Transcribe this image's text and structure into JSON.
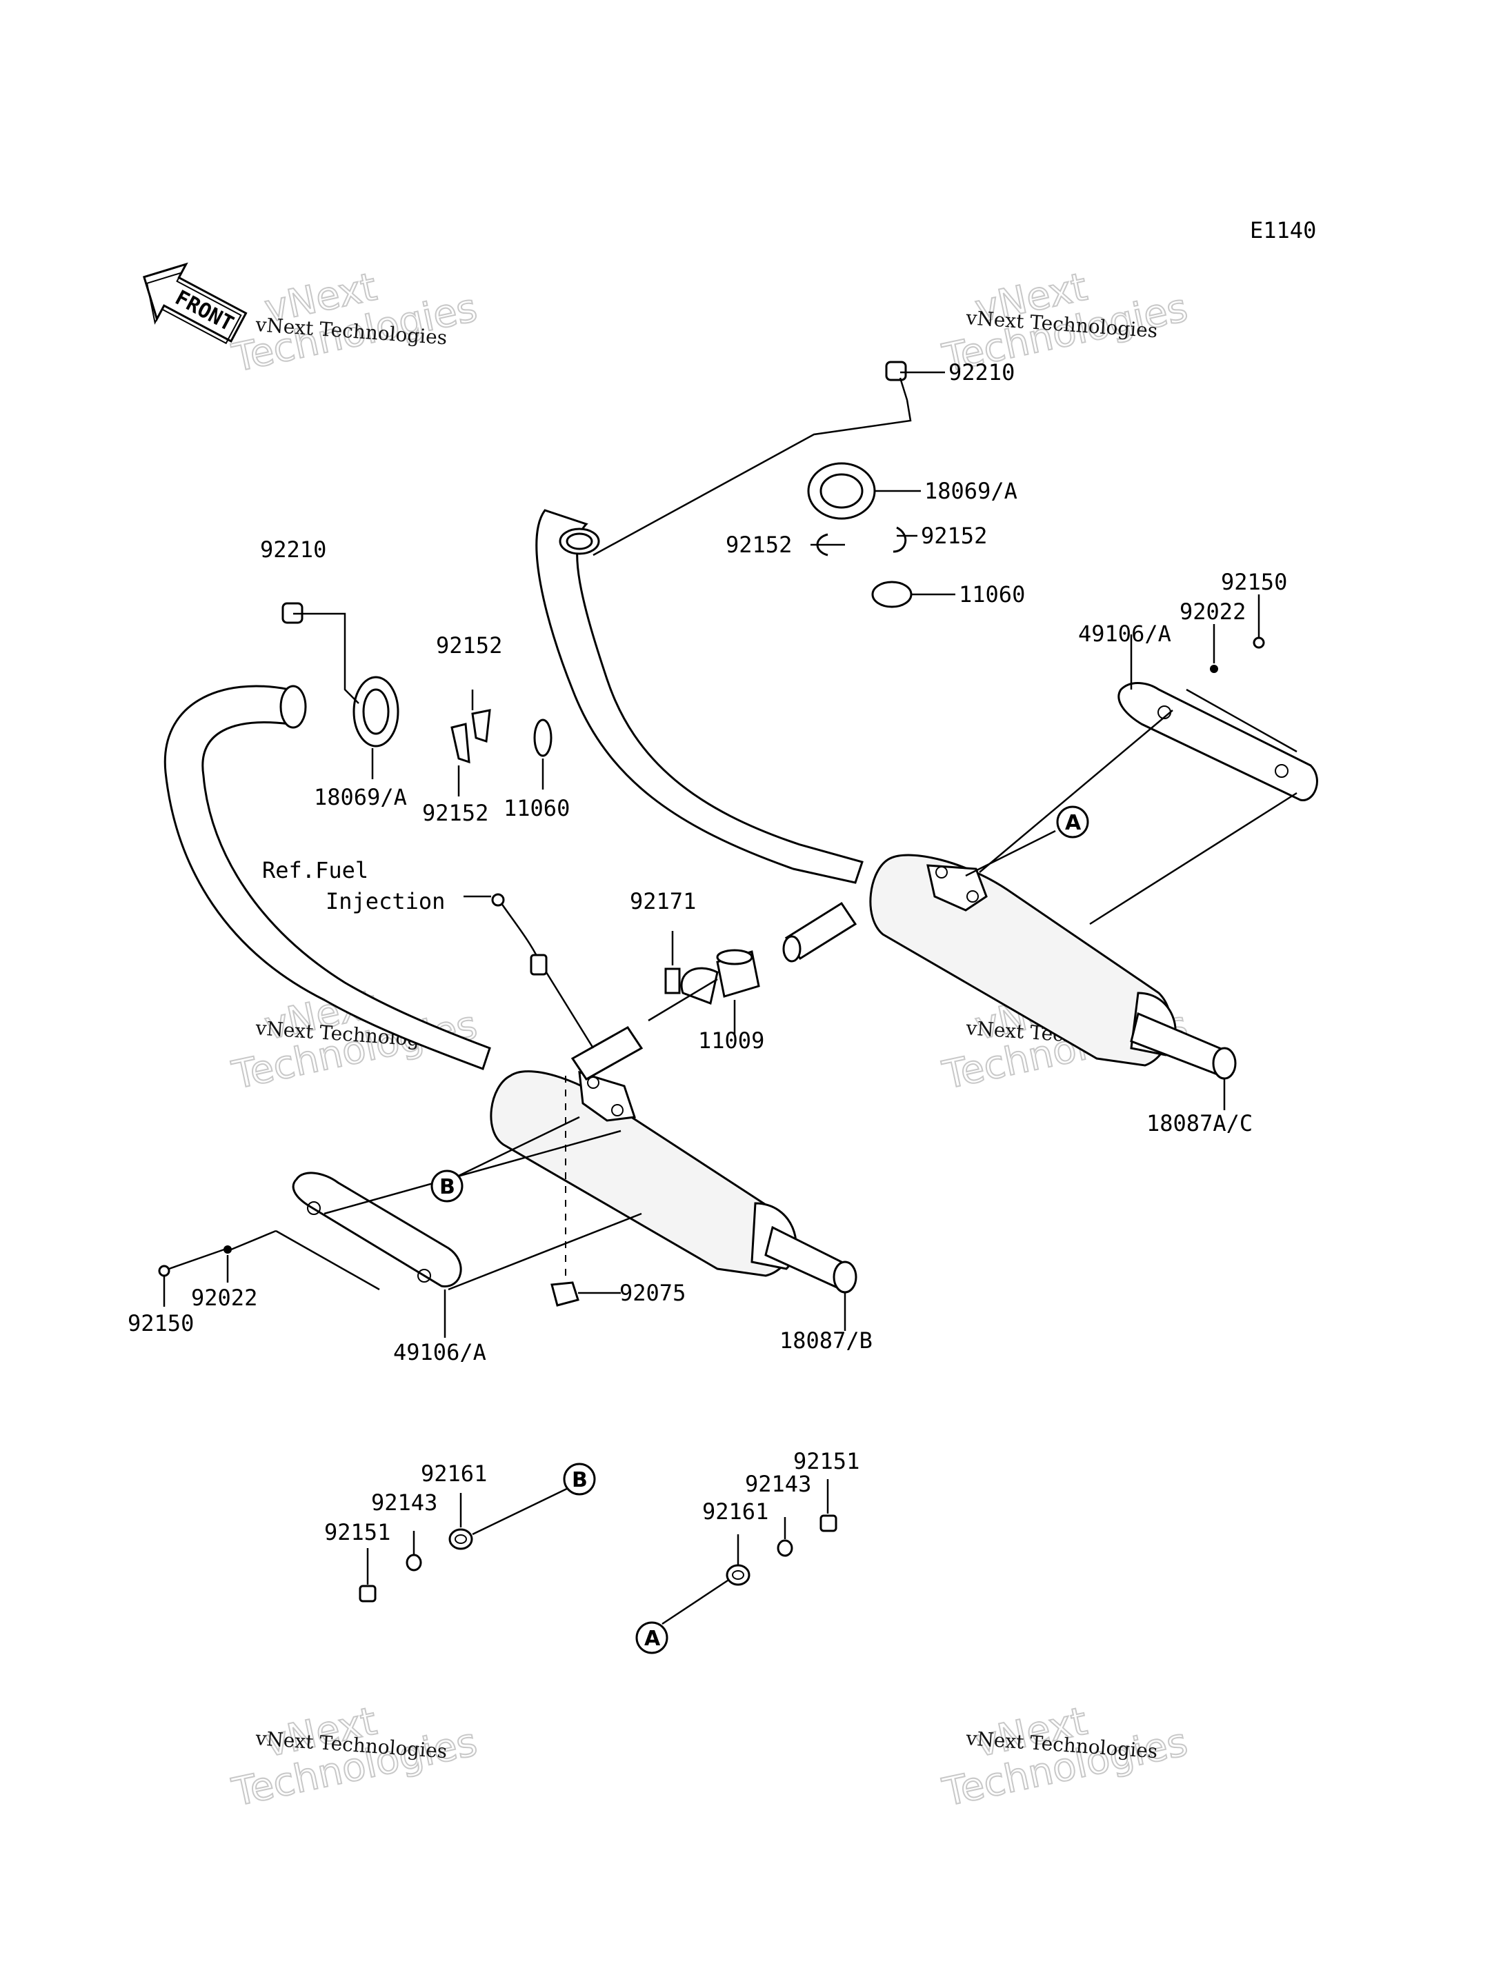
{
  "diagram_code": "E1140",
  "front_label": "FRONT",
  "ref_note": {
    "line1": "Ref.Fuel",
    "line2": "Injection"
  },
  "watermark": {
    "small": "vNext Technologies",
    "big": "Technologies",
    "top": "vNext"
  },
  "callouts": {
    "A": "A",
    "B": "B"
  },
  "parts": [
    {
      "id": "p1",
      "number": "92210"
    },
    {
      "id": "p2",
      "number": "18069/A"
    },
    {
      "id": "p3",
      "number": "92152"
    },
    {
      "id": "p4",
      "number": "92152"
    },
    {
      "id": "p5",
      "number": "11060"
    },
    {
      "id": "p6",
      "number": "92150"
    },
    {
      "id": "p7",
      "number": "92022"
    },
    {
      "id": "p8",
      "number": "49106/A"
    },
    {
      "id": "p9",
      "number": "92210"
    },
    {
      "id": "p10",
      "number": "92152"
    },
    {
      "id": "p11",
      "number": "18069/A"
    },
    {
      "id": "p12",
      "number": "92152"
    },
    {
      "id": "p13",
      "number": "11060"
    },
    {
      "id": "p14",
      "number": "92171"
    },
    {
      "id": "p15",
      "number": "11009"
    },
    {
      "id": "p16",
      "number": "18087A/C"
    },
    {
      "id": "p17",
      "number": "92150"
    },
    {
      "id": "p18",
      "number": "92022"
    },
    {
      "id": "p19",
      "number": "49106/A"
    },
    {
      "id": "p20",
      "number": "92075"
    },
    {
      "id": "p21",
      "number": "18087/B"
    },
    {
      "id": "p22",
      "number": "92161"
    },
    {
      "id": "p23",
      "number": "92143"
    },
    {
      "id": "p24",
      "number": "92151"
    },
    {
      "id": "p25",
      "number": "92151"
    },
    {
      "id": "p26",
      "number": "92143"
    },
    {
      "id": "p27",
      "number": "92161"
    }
  ]
}
